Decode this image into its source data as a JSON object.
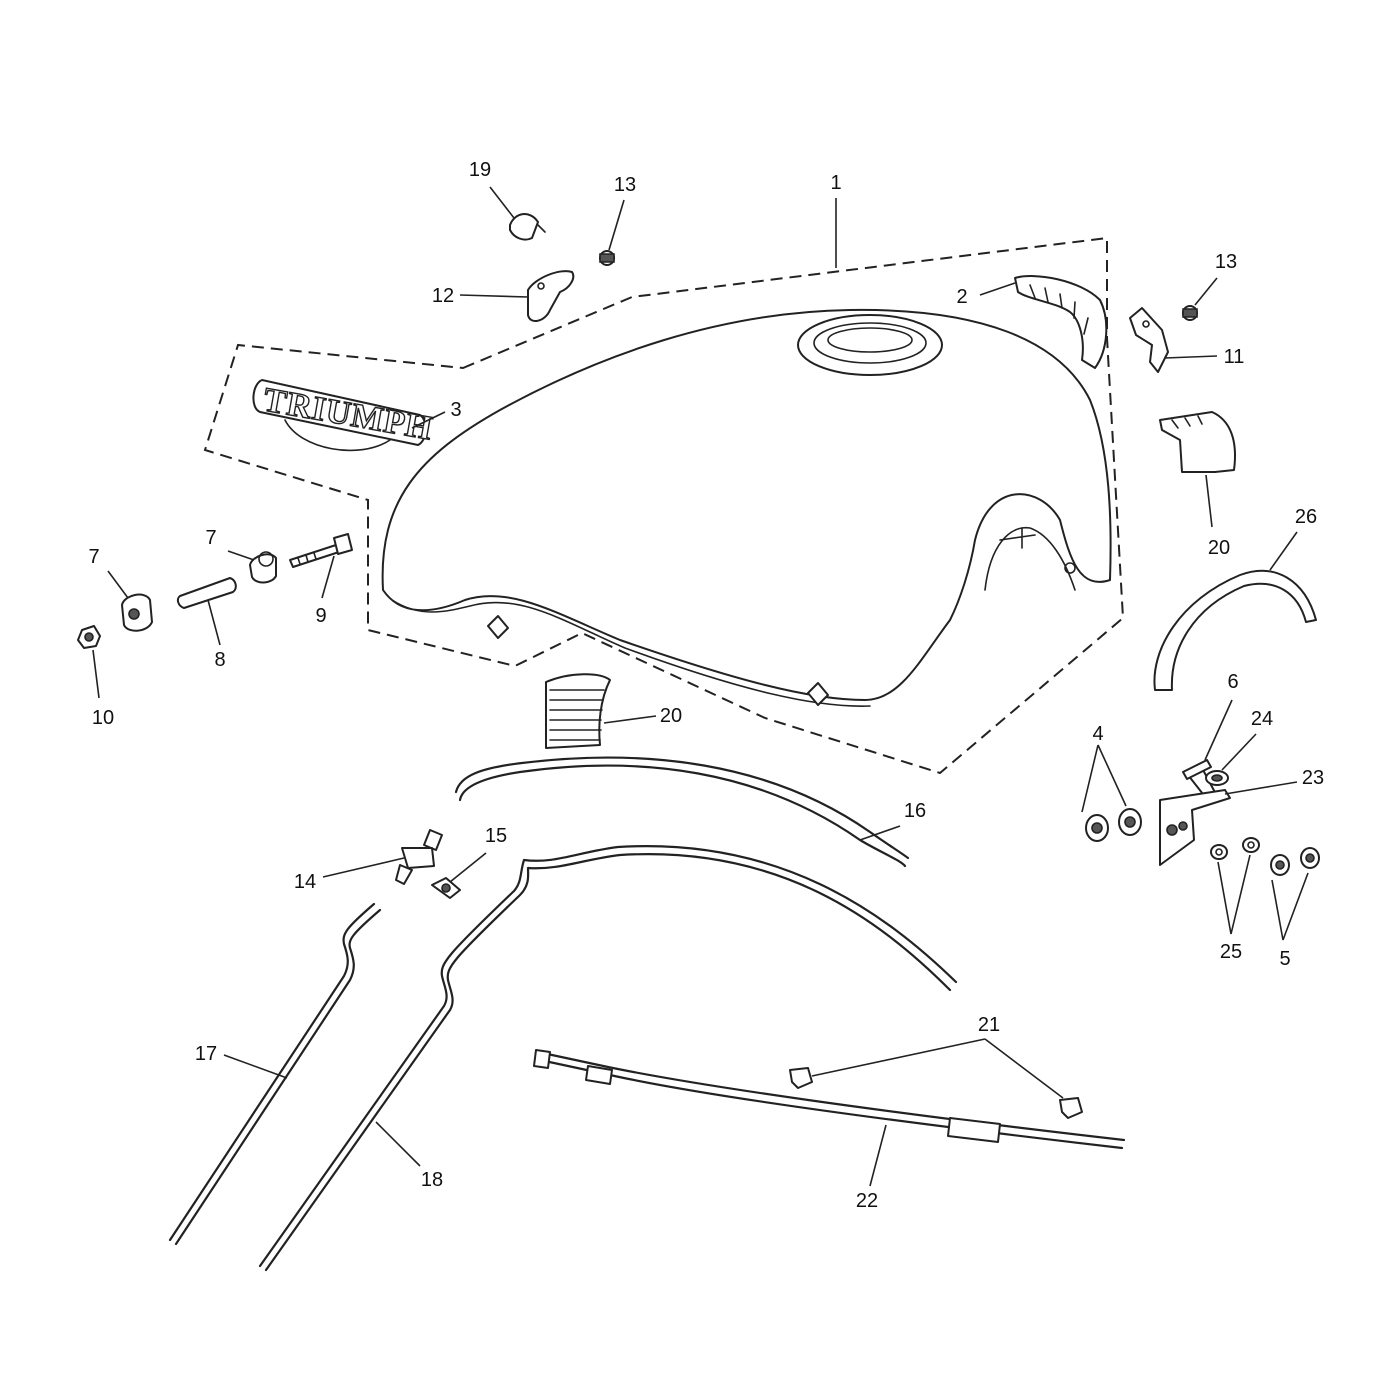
{
  "callouts": [
    {
      "num": "1"
    },
    {
      "num": "2"
    },
    {
      "num": "3"
    },
    {
      "num": "4"
    },
    {
      "num": "5"
    },
    {
      "num": "6"
    },
    {
      "num": "7"
    },
    {
      "num": "7"
    },
    {
      "num": "8"
    },
    {
      "num": "9"
    },
    {
      "num": "10"
    },
    {
      "num": "11"
    },
    {
      "num": "12"
    },
    {
      "num": "13"
    },
    {
      "num": "13"
    },
    {
      "num": "14"
    },
    {
      "num": "15"
    },
    {
      "num": "16"
    },
    {
      "num": "17"
    },
    {
      "num": "18"
    },
    {
      "num": "19"
    },
    {
      "num": "20"
    },
    {
      "num": "20"
    },
    {
      "num": "21"
    },
    {
      "num": "22"
    },
    {
      "num": "23"
    },
    {
      "num": "24"
    },
    {
      "num": "25"
    },
    {
      "num": "26"
    }
  ],
  "badge": {
    "logo_text": "TRIUMPH"
  },
  "colors": {
    "line": "#222222",
    "background": "#ffffff"
  }
}
